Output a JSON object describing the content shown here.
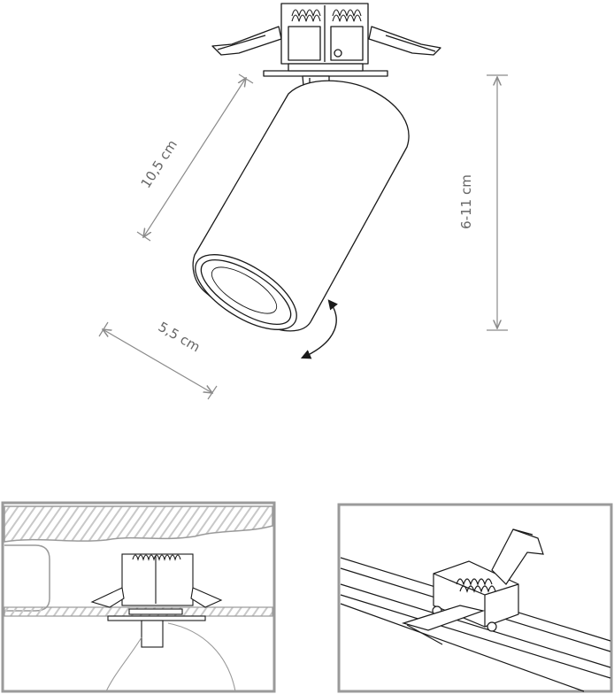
{
  "dimensions": {
    "length": "10,5 cm",
    "diameter": "5,5 cm",
    "cutout_height": "6-11 cm"
  },
  "colors": {
    "line": "#1a1a1a",
    "dimension": "#8a8a8a",
    "frame": "#9a9a9a"
  }
}
